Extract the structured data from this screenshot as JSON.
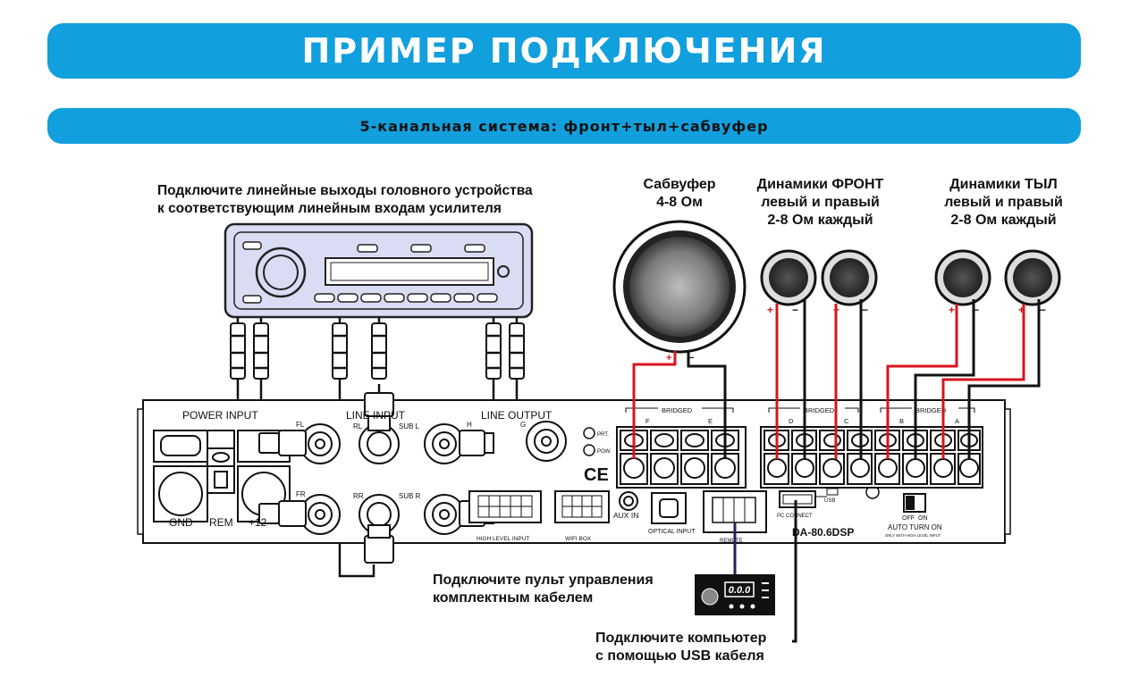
{
  "header": {
    "title": "ПРИМЕР ПОДКЛЮЧЕНИЯ",
    "subtitle": "5-канальная система: фронт+тыл+сабвуфер"
  },
  "labels": {
    "head_unit_line1": "Подключите линейные выходы головного устройства",
    "head_unit_line2": "к соответствующим линейным входам усилителя",
    "subwoofer_line1": "Сабвуфер",
    "subwoofer_line2": "4-8 Ом",
    "front_line1": "Динамики ФРОНТ",
    "front_line2": "левый и правый",
    "front_line3": "2-8 Ом каждый",
    "rear_line1": "Динамики ТЫЛ",
    "rear_line2": "левый и правый",
    "rear_line3": "2-8 Ом каждый",
    "remote_line1": "Подключите пульт управления",
    "remote_line2": "комплектным кабелем",
    "usb_line1": "Подключите компьютер",
    "usb_line2": "с помощью USB  кабеля"
  },
  "amplifier": {
    "power_input": "POWER INPUT",
    "line_input": "LINE INPUT",
    "line_output": "LINE OUTPUT",
    "gnd": "GND",
    "rem": "REM",
    "plus12": "+12",
    "fl": "FL",
    "fr": "FR",
    "rl": "RL",
    "rr": "RR",
    "sub_l": "SUB L",
    "sub_r": "SUB R",
    "h": "H",
    "g": "G",
    "prt": "PRT.",
    "pow": "POW.",
    "ce": "CE",
    "bridged": "BRIDGED",
    "ch_f": "F",
    "ch_e": "E",
    "ch_d": "D",
    "ch_c": "C",
    "ch_b": "B",
    "ch_a": "A",
    "minus": "−",
    "plus": "+",
    "aux_in": "AUX IN",
    "high_level_input": "HIGH LEVEL INPUT",
    "wifi_box": "WIFI BOX",
    "optical_input": "OPTICAL INPUT",
    "remote": "REMOTE",
    "pc_connect": "PC CONNECT",
    "usb": "USB",
    "model": "DA-80.6DSP",
    "switch_off": "OFF",
    "switch_on": "ON",
    "auto_turn_on": "AUTO TURN ON",
    "auto_note": "ONLY WITH HIGH LEVEL INPUT"
  },
  "remote_display": "0.0.0",
  "colors": {
    "banner": "#129fdd",
    "wire_red": "#d8141c",
    "wire_black": "#111111",
    "remote_cable": "#2a1f5e",
    "head_unit_fill": "#d9dcf2"
  }
}
